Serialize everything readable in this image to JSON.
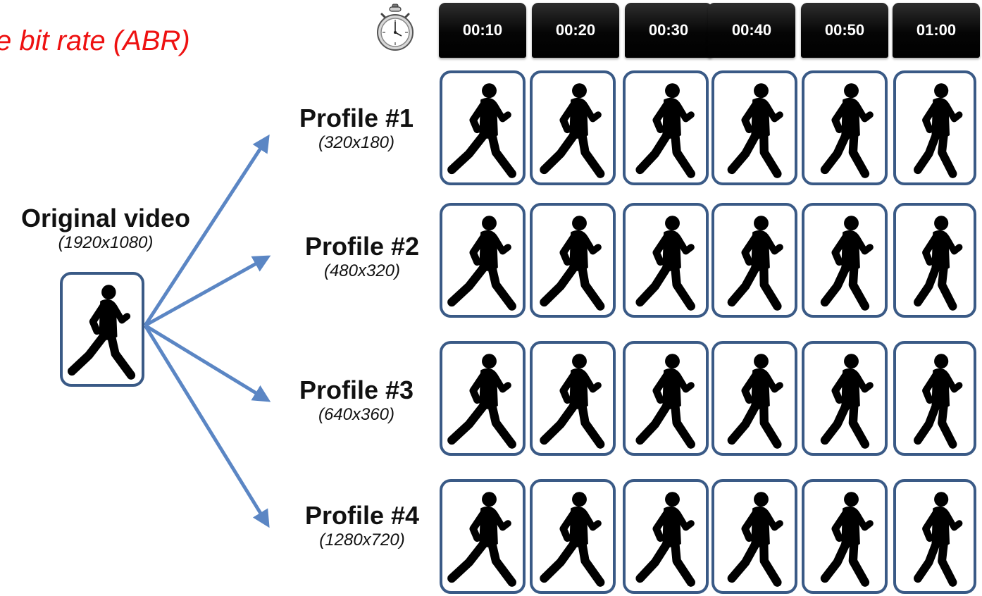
{
  "title": "e bit rate (ABR)",
  "stopwatch_icon": "stopwatch-icon",
  "timeline": [
    "00:10",
    "00:20",
    "00:30",
    "00:40",
    "00:50",
    "01:00"
  ],
  "original": {
    "label": "Original video",
    "resolution": "(1920x1080)"
  },
  "profiles": [
    {
      "label": "Profile #1",
      "resolution": "(320x180)"
    },
    {
      "label": "Profile #2",
      "resolution": "(480x320)"
    },
    {
      "label": "Profile #3",
      "resolution": "(640x360)"
    },
    {
      "label": "Profile #4",
      "resolution": "(1280x720)"
    }
  ],
  "colors": {
    "title": "#ee1111",
    "arrow": "#5b86c4",
    "frame_border": "#3a5a86",
    "tab_background": "#000000"
  },
  "frame_icon": "running-man-icon"
}
